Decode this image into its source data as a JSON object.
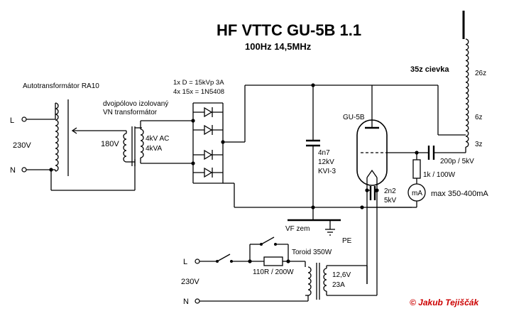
{
  "title": "HF VTTC  GU-5B  1.1",
  "subtitle": "100Hz  14,5MHz",
  "labels": {
    "autotransformer": "Autotransformátor RA10",
    "vn_transformer_line1": "dvojpólovo izolovaný",
    "vn_transformer_line2": "VN transformátor",
    "mains_L_top": "L",
    "mains_N_top": "N",
    "mains_voltage_top": "230V",
    "secondary_voltage": "180V",
    "hv_ac": "4kV AC",
    "hv_power": "4kVA",
    "diodes_line1": "1x D = 15kVp 3A",
    "diodes_line2": "4x 15x = 1N5408",
    "cap_value": "4n7",
    "cap_voltage": "12kV",
    "cap_type": "KVI-3",
    "tube": "GU-5B",
    "coil_label": "35z cievka",
    "tap_26": "26z",
    "tap_6": "6z",
    "tap_3": "3z",
    "grid_cap": "200p / 5kV",
    "grid_resistor": "1k / 100W",
    "meter": "mA",
    "meter_range": "max 350-400mA",
    "filament_cap_value": "2n2",
    "filament_cap_voltage": "5kV",
    "rf_ground": "VF zem",
    "protective_earth": "PE",
    "toroid": "Toroid 350W",
    "series_resistor": "110R / 200W",
    "mains_L_bottom": "L",
    "mains_N_bottom": "N",
    "mains_voltage_bottom": "230V",
    "filament_voltage": "12,6V",
    "filament_current": "23A"
  },
  "copyright": "© Jakub Tejiščák"
}
